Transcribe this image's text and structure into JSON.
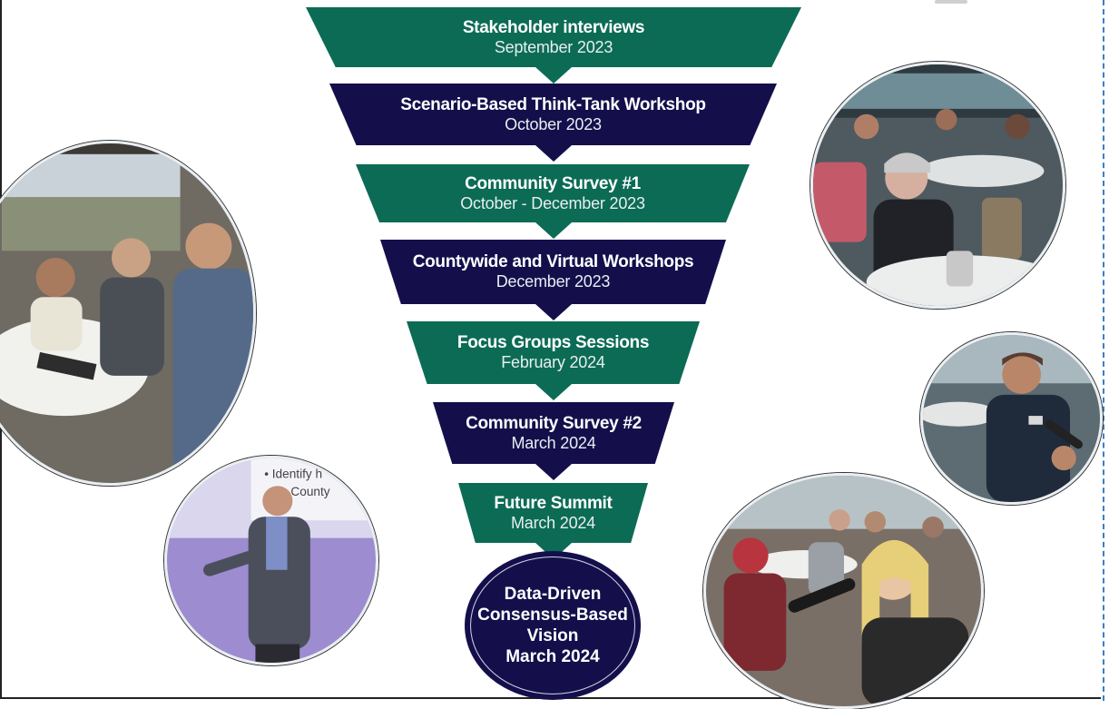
{
  "stages": [
    {
      "title": "Stakeholder interviews",
      "date": "September 2023",
      "color": "#0c6b55"
    },
    {
      "title": "Scenario-Based Think-Tank Workshop",
      "date": "October 2023",
      "color": "#140f4b"
    },
    {
      "title": "Community Survey #1",
      "date": "October - December 2023",
      "color": "#0c6b55"
    },
    {
      "title": "Countywide and Virtual Workshops",
      "date": "December 2023",
      "color": "#140f4b"
    },
    {
      "title": "Focus Groups Sessions",
      "date": "February 2024",
      "color": "#0c6b55"
    },
    {
      "title": "Community Survey #2",
      "date": "March 2024",
      "color": "#140f4b"
    },
    {
      "title": "Future Summit",
      "date": "March 2024",
      "color": "#0c6b55"
    }
  ],
  "outcome": {
    "line1": "Data-Driven",
    "line2": "Consensus-Based",
    "line3": "Vision",
    "line4": "March 2024"
  },
  "photos": {
    "slide_text_line1": "• Identify h",
    "slide_text_line2": "County"
  }
}
